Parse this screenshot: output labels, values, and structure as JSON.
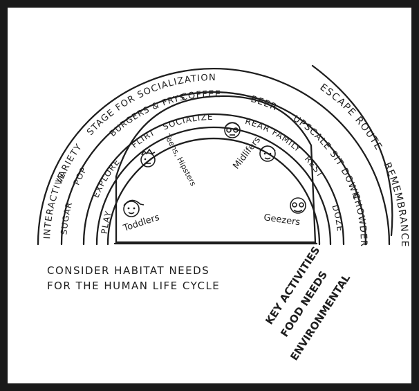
{
  "rings": {
    "environmental_outer": [
      "ESCAPE ROUTE",
      "REMEMBRANCE"
    ],
    "food_upper": [
      "STAGE FOR SOCIALIZATION"
    ],
    "food": [
      "COFFEE",
      "BEER",
      "UPSCALE SIT DOWN",
      "CHOWDER"
    ],
    "play_band": [
      "INTERACTIVE",
      "VARIETY",
      "BURGERS & FRYS"
    ],
    "sugar_band": [
      "SUGAR",
      "POP",
      "EXPLORE",
      "FLIRT",
      "SOCIALIZE",
      "REAR FAMILY",
      "REST",
      "DOZE"
    ],
    "inner_left": [
      "PLAY"
    ]
  },
  "life_stages": [
    "Toddlers",
    "Teens, Hipsters",
    "Midlifers",
    "Geezers"
  ],
  "caption": [
    "CONSIDER HABITAT NEEDS",
    "FOR THE HUMAN LIFE CYCLE"
  ],
  "legend": [
    "KEY ACTIVITIES",
    "FOOD NEEDS",
    "ENVIRONMENTAL"
  ],
  "colors": {
    "ink": "#1e1e1e",
    "frame": "#1a1a1a",
    "paper": "#ffffff"
  }
}
